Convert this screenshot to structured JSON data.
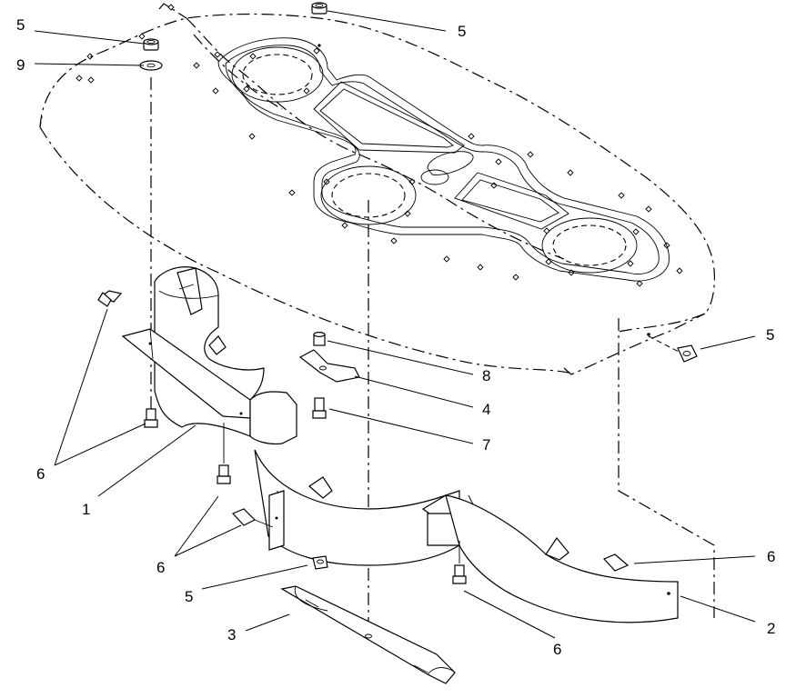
{
  "callouts": [
    {
      "id": "c1",
      "label": "5"
    },
    {
      "id": "c2",
      "label": "9"
    },
    {
      "id": "c3",
      "label": "5"
    },
    {
      "id": "c4",
      "label": "5"
    },
    {
      "id": "c5",
      "label": "8"
    },
    {
      "id": "c6",
      "label": "4"
    },
    {
      "id": "c7",
      "label": "7"
    },
    {
      "id": "c8",
      "label": "6"
    },
    {
      "id": "c9",
      "label": "1"
    },
    {
      "id": "c10",
      "label": "6"
    },
    {
      "id": "c11",
      "label": "5"
    },
    {
      "id": "c12",
      "label": "3"
    },
    {
      "id": "c13",
      "label": "6"
    },
    {
      "id": "c14",
      "label": "6"
    },
    {
      "id": "c15",
      "label": "2"
    }
  ]
}
